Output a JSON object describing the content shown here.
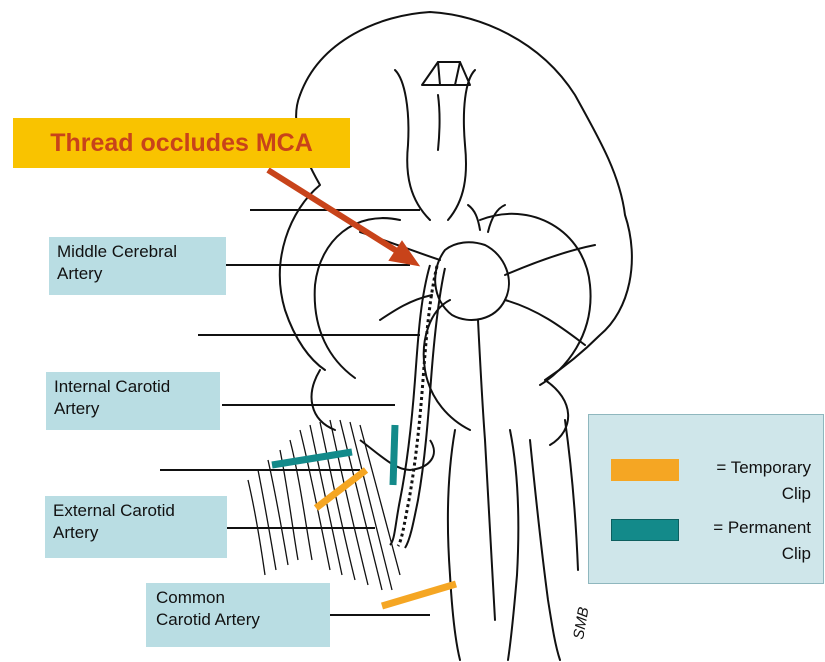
{
  "callout": {
    "text": "Thread occludes MCA"
  },
  "labels": {
    "mca": "Middle Cerebral\nArtery",
    "ica": "Internal Carotid\nArtery",
    "eca": "External Carotid\nArtery",
    "cca": "Common\nCarotid Artery"
  },
  "legend": {
    "items": [
      {
        "label": "= Temporary\nClip",
        "color": "#f5a623"
      },
      {
        "label": "= Permanent\nClip",
        "color": "#138a8a"
      }
    ]
  },
  "signature": "SMB",
  "colors": {
    "callout_bg": "#f9c300",
    "callout_text": "#c8431a",
    "arrow": "#c8431a",
    "label_bg": "#b9dde3",
    "temporary_clip": "#f5a623",
    "permanent_clip": "#138a8a"
  }
}
